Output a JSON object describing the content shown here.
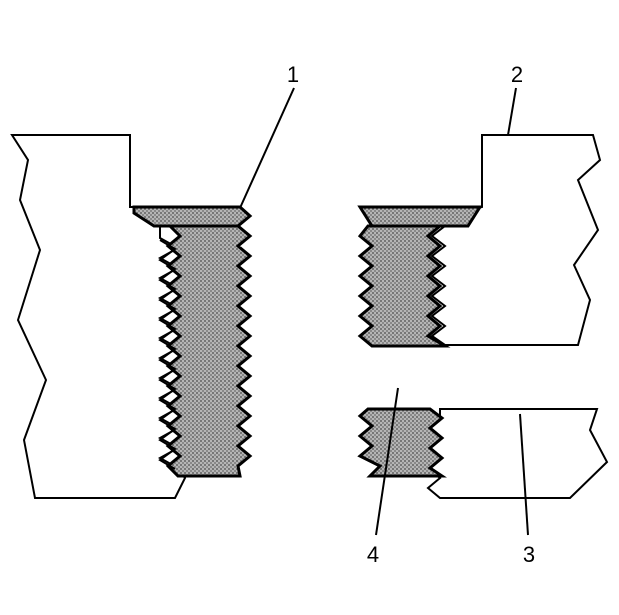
{
  "figure": {
    "colors": {
      "line": "#000000",
      "background": "#ffffff",
      "stipple": "#8a8a8a"
    },
    "callouts": [
      {
        "id": "1",
        "label": "1"
      },
      {
        "id": "2",
        "label": "2"
      },
      {
        "id": "3",
        "label": "3"
      },
      {
        "id": "4",
        "label": "4"
      }
    ]
  }
}
